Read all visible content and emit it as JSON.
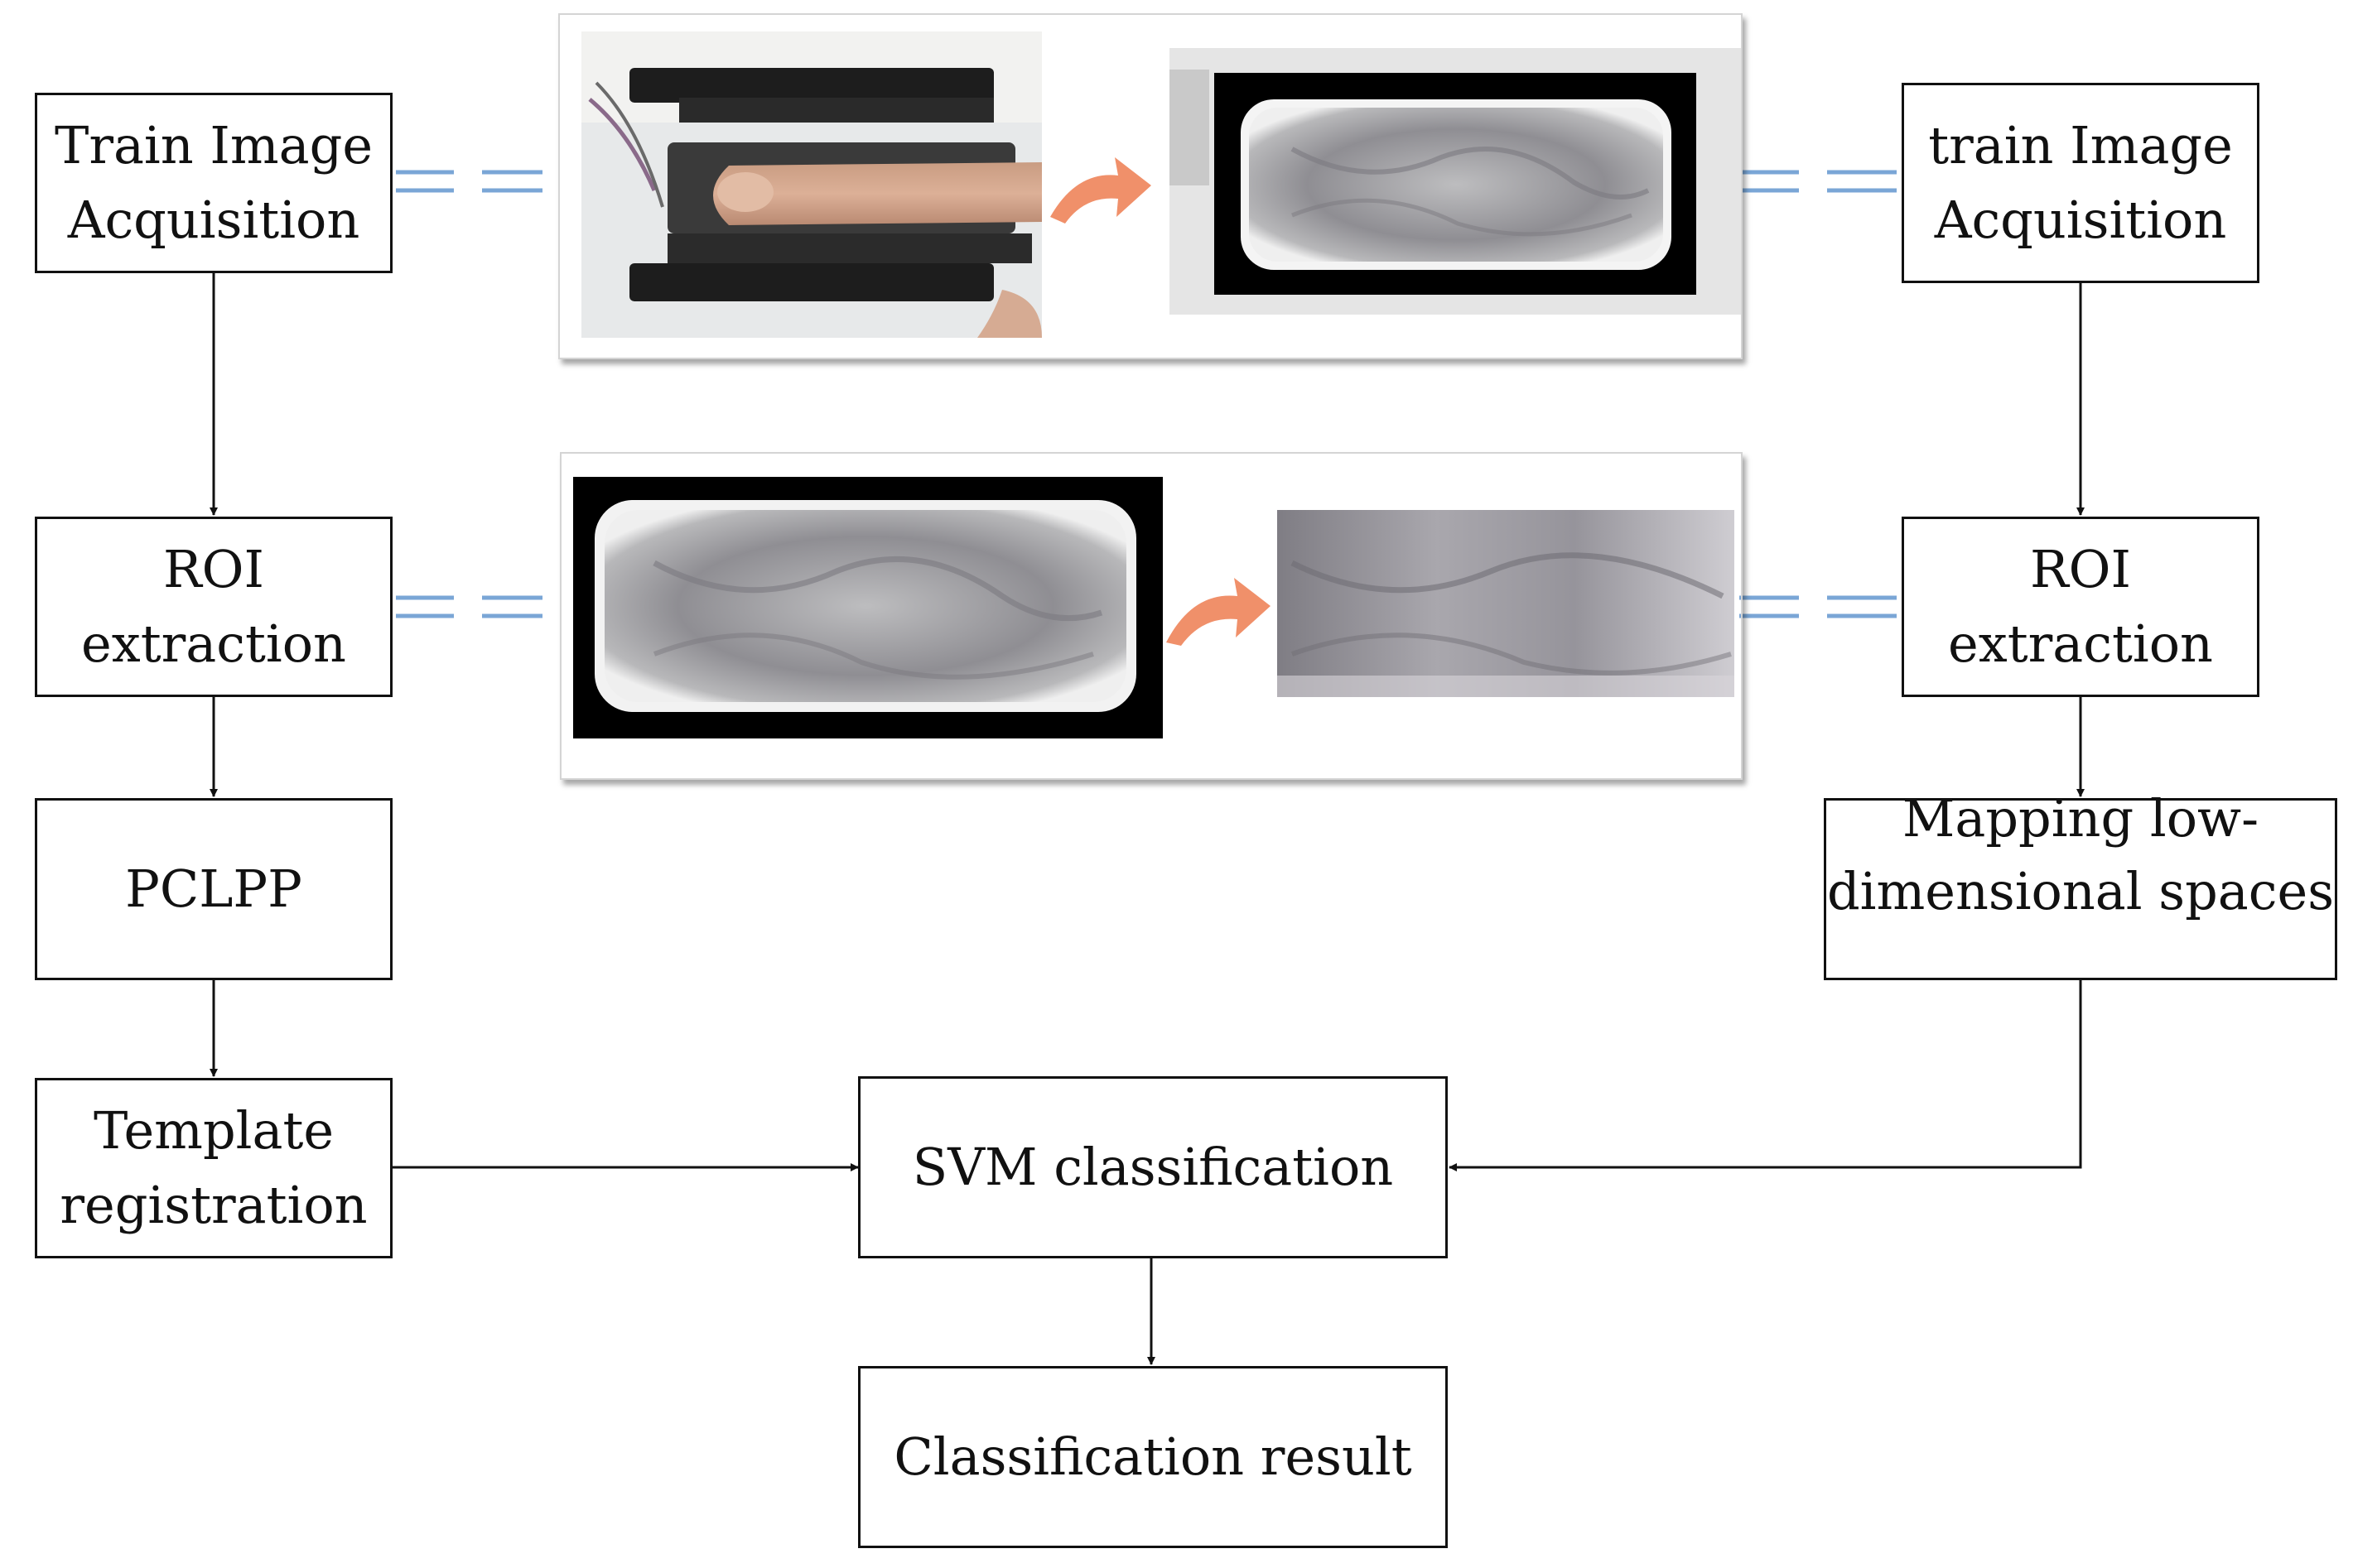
{
  "colors": {
    "line": "#111111",
    "connector": "#7aa6d6",
    "arrow_accent": "#f0906a"
  },
  "left_column": {
    "acquisition": {
      "line1": "Train Image",
      "line2": "Acquisition"
    },
    "roi": {
      "line1": "ROI",
      "line2": "extraction"
    },
    "pclpp": {
      "line1": "PCLPP"
    },
    "template": {
      "line1": "Template",
      "line2": "registration"
    }
  },
  "right_column": {
    "acquisition": {
      "line1": "train Image",
      "line2": "Acquisition"
    },
    "roi": {
      "line1": "ROI",
      "line2": "extraction"
    },
    "mapping": {
      "line1": "Mapping low-",
      "line2": "dimensional spaces"
    }
  },
  "center": {
    "svm": {
      "line1": "SVM classification"
    },
    "result": {
      "line1": "Classification result"
    }
  },
  "images": {
    "finger_device_photo": "finger-on-device-photo",
    "raw_vein_image": "raw-finger-vein-image",
    "full_vein_image": "finger-vein-image",
    "roi_vein_image": "roi-finger-vein-image"
  }
}
